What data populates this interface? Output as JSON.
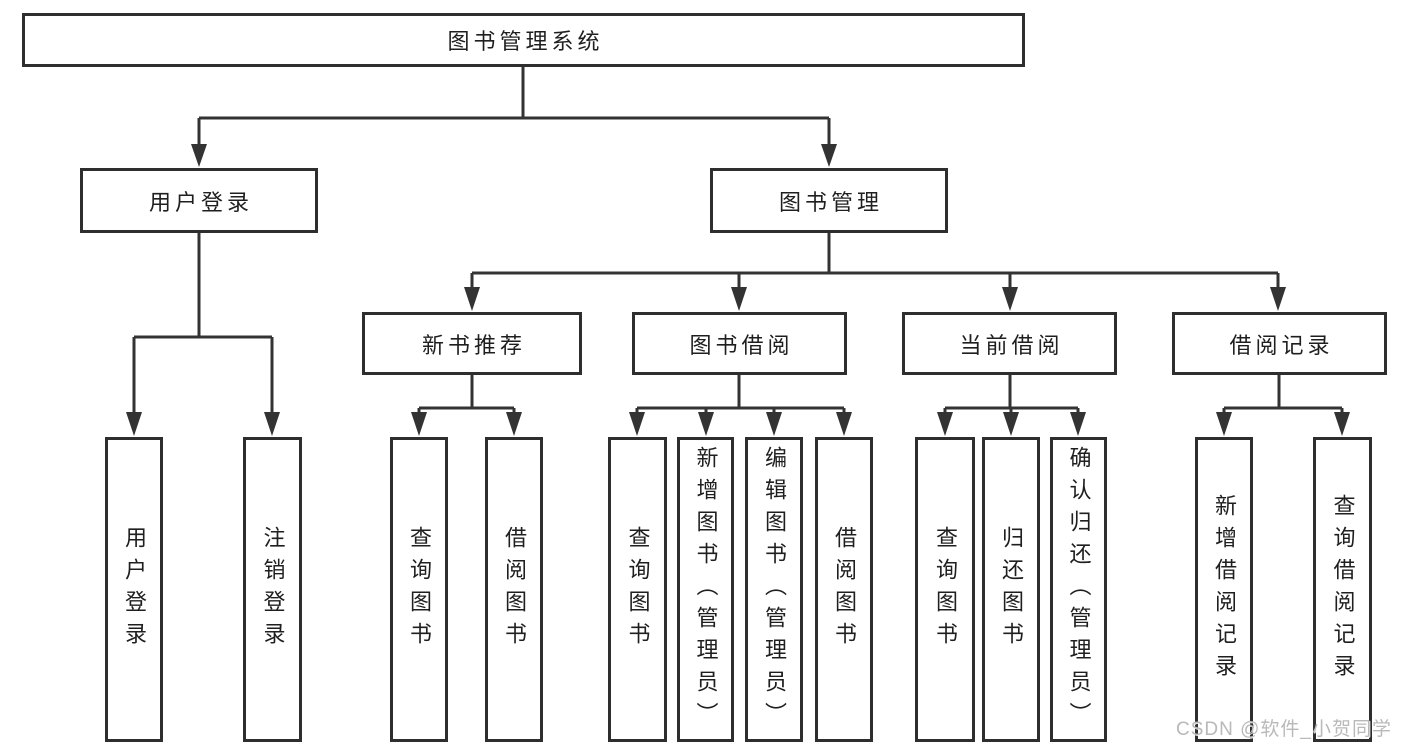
{
  "diagram": {
    "tree": {
      "label": "图书管理系统",
      "children": [
        {
          "label": "用户登录",
          "children": [
            {
              "label": "用户登录"
            },
            {
              "label": "注销登录"
            }
          ]
        },
        {
          "label": "图书管理",
          "children": [
            {
              "label": "新书推荐",
              "children": [
                {
                  "label": "查询图书"
                },
                {
                  "label": "借阅图书"
                }
              ]
            },
            {
              "label": "图书借阅",
              "children": [
                {
                  "label": "查询图书"
                },
                {
                  "label": "新增图书（管理员）"
                },
                {
                  "label": "编辑图书（管理员）"
                },
                {
                  "label": "借阅图书"
                }
              ]
            },
            {
              "label": "当前借阅",
              "children": [
                {
                  "label": "查询图书"
                },
                {
                  "label": "归还图书"
                },
                {
                  "label": "确认归还（管理员）"
                }
              ]
            },
            {
              "label": "借阅记录",
              "children": [
                {
                  "label": "新增借阅记录"
                },
                {
                  "label": "查询借阅记录"
                }
              ]
            }
          ]
        }
      ]
    },
    "colors": {
      "line": "#333333",
      "border": "#2e2e2e",
      "text": "#1f1f1f",
      "background": "#ffffff",
      "watermark": "#b9b9b9"
    }
  },
  "watermark": {
    "text": "CSDN @软件_小贺同学"
  }
}
